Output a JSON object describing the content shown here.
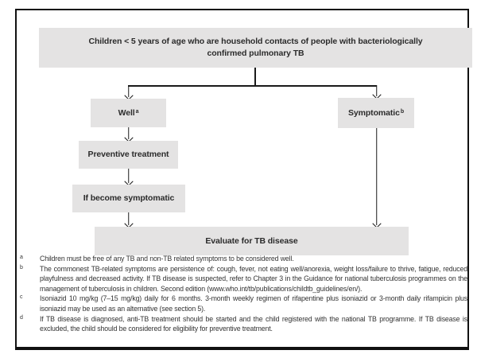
{
  "figure": {
    "top_box": {
      "label": "Children < 5 years of age who are household contacts of people with bacteriologically confirmed pulmonary TB"
    },
    "nodes": {
      "well": {
        "label": "Well",
        "footnote_ref": "a"
      },
      "symptomatic": {
        "label": "Symptomatic",
        "footnote_ref": "b"
      },
      "preventive_treatment": {
        "label": "Preventive treatment"
      },
      "if_become_symptomatic": {
        "label": "If become symptomatic"
      },
      "evaluate_tb_disease": {
        "label": "Evaluate for TB disease"
      }
    },
    "footnotes": [
      {
        "marker": "a",
        "text": "Children must be free of any TB and non-TB related symptoms to be considered well."
      },
      {
        "marker": "b",
        "text": "The commonest TB-related symptoms are persistence of: cough, fever, not eating well/anorexia, weight loss/failure to thrive, fatigue, reduced playfulness and decreased activity. If TB disease is suspected, refer to Chapter 3 in the Guidance for national tuberculosis programmes on the management of tuberculosis in children. Second edition (www.who.int/tb/publications/childtb_guidelines/en/)."
      },
      {
        "marker": "c",
        "text": "Isoniazid 10 mg/kg (7–15 mg/kg) daily for 6 months. 3-month weekly regimen of rifapentine plus isoniazid or 3-month daily rifampicin plus isoniazid may be used as an alternative (see section 5)."
      },
      {
        "marker": "d",
        "text": "If TB disease is diagnosed, anti-TB treatment should be started and the child registered with the national TB programme. If TB disease is excluded, the child should be considered for eligibility for preventive treatment."
      }
    ],
    "colors": {
      "box_fill": "#e4e3e3",
      "frame_border": "#111111",
      "connector_line": "#1a1a1a",
      "label_text": "#2b2b2b",
      "footnote_text": "#333333"
    }
  }
}
